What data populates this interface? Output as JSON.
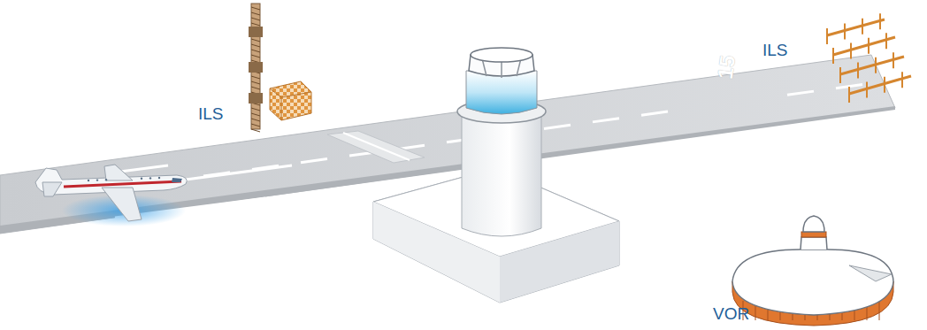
{
  "diagram": {
    "labels": [
      "ILS",
      "ILS",
      "15",
      "VOR"
    ]
  }
}
